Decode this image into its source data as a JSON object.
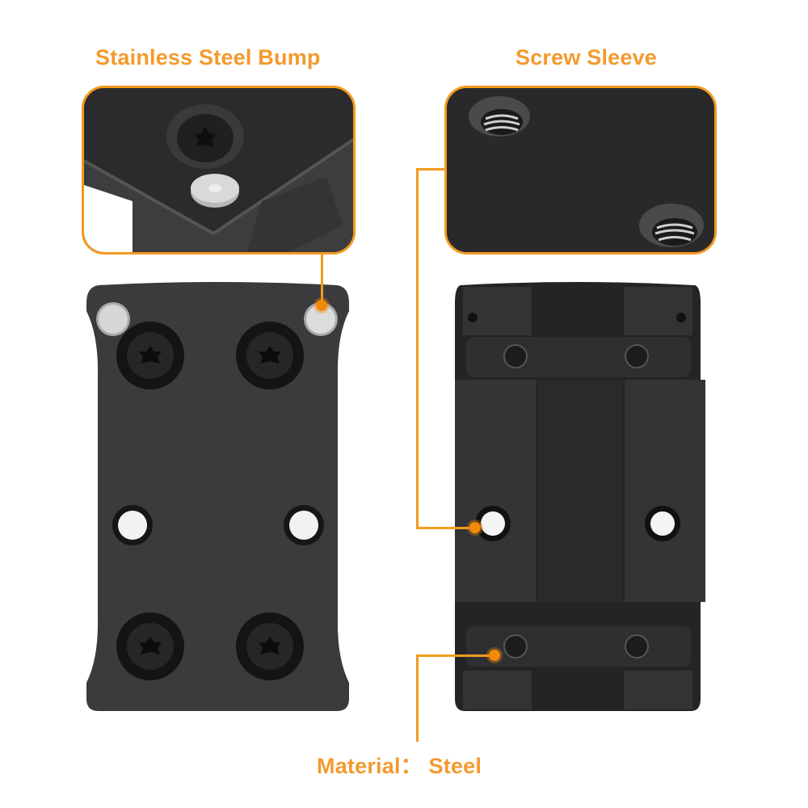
{
  "labels": {
    "top_left": "Stainless Steel Bump",
    "top_right": "Screw Sleeve",
    "bottom": "Material： Steel"
  },
  "colors": {
    "accent": "#f39a2e",
    "line": "#f39a1f",
    "metal_dark": "#2a2a2c",
    "metal_plate": "#3a3a3c",
    "background": "#ffffff"
  },
  "insets": [
    {
      "name": "stainless-steel-bump-closeup",
      "shows": "torx screw head with stainless steel bump pin on plate corner"
    },
    {
      "name": "screw-sleeve-closeup",
      "shows": "two threaded stainless screw sleeves on black plate"
    }
  ],
  "products": [
    {
      "name": "mount-plate-top-view",
      "features": [
        "2 stainless steel bumps",
        "4 torx screws",
        "2 through holes"
      ]
    },
    {
      "name": "mount-plate-bottom-view",
      "features": [
        "2 cross bars with pins",
        "2 threaded sleeves",
        "rail slots"
      ]
    }
  ]
}
